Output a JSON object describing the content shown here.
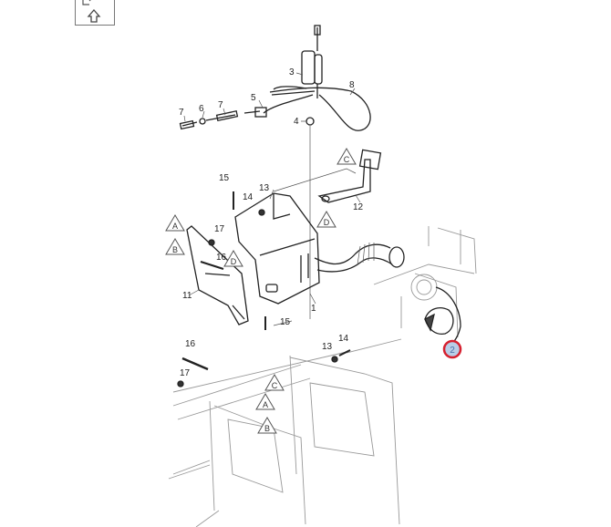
{
  "toolbar": {
    "icons": [
      "expand-view-icon",
      "arrow-up-icon"
    ]
  },
  "callouts": {
    "c1": "1",
    "c2": "2",
    "c3": "3",
    "c4": "4",
    "c5": "5",
    "c6": "6",
    "c7a": "7",
    "c7b": "7",
    "c8": "8",
    "c11": "11",
    "c12": "12",
    "c13a": "13",
    "c13b": "13",
    "c14a": "14",
    "c14b": "14",
    "c15a": "15",
    "c15b": "15",
    "c16a": "16",
    "c16b": "16",
    "c17a": "17",
    "c17b": "17"
  },
  "reference_marks": {
    "C1": "C",
    "D1": "D",
    "A1": "A",
    "B1": "B",
    "D2": "D",
    "C2": "C",
    "A2": "A",
    "B2": "B"
  },
  "highlight": {
    "selected_part": "2",
    "ring_color": "#d6202f",
    "fill_color": "#b9cde6"
  }
}
